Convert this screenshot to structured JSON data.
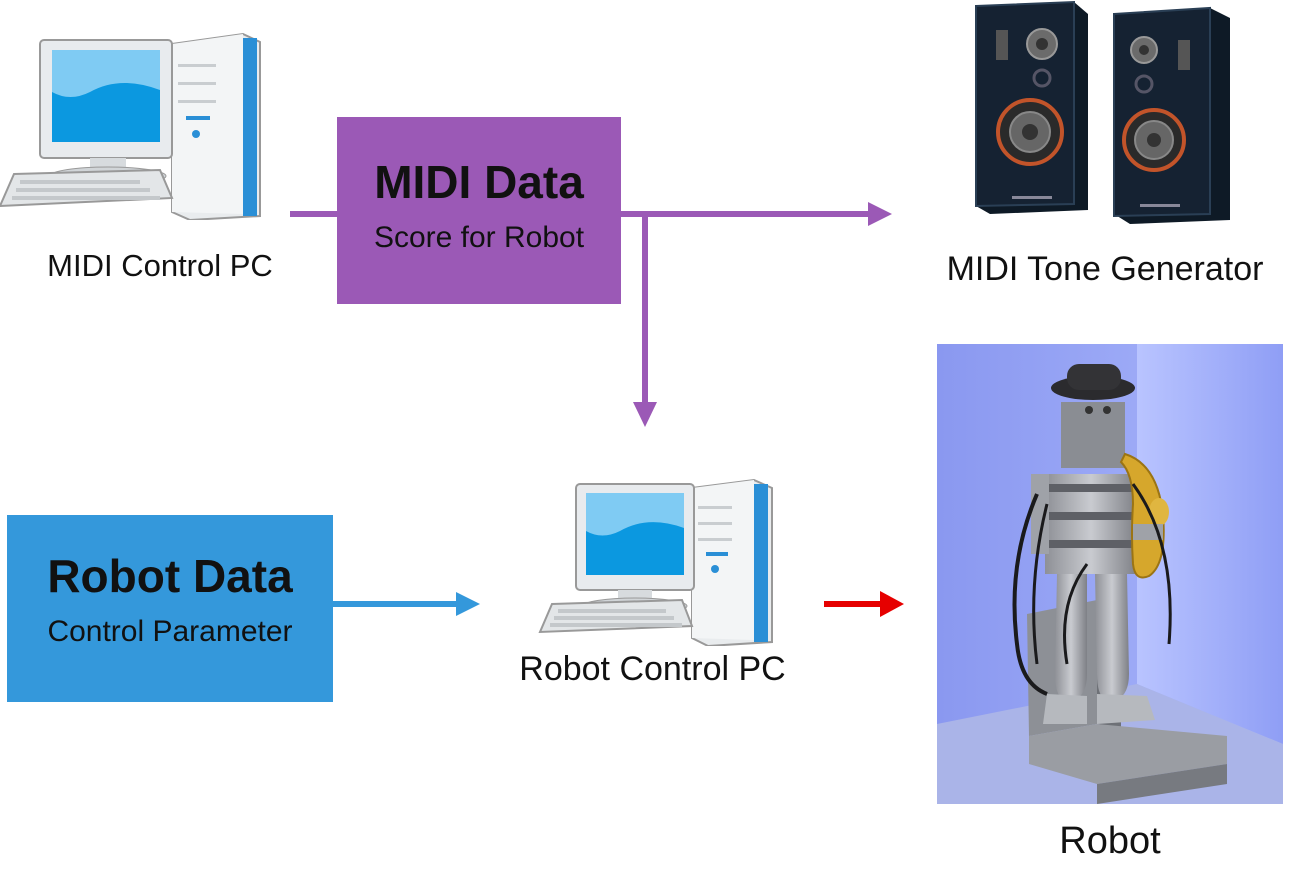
{
  "nodes": {
    "midi_pc": {
      "label": "MIDI Control PC"
    },
    "midi_data": {
      "title": "MIDI Data",
      "subtitle": "Score for Robot",
      "color": "#9b59b6"
    },
    "tone_generator": {
      "label": "MIDI Tone Generator"
    },
    "robot_data": {
      "title": "Robot Data",
      "subtitle": "Control Parameter",
      "color": "#3498db"
    },
    "robot_pc": {
      "label": "Robot Control PC"
    },
    "robot": {
      "label": "Robot"
    }
  },
  "colors": {
    "midi_arrow": "#9b59b6",
    "robot_arrow": "#3498db",
    "output_arrow": "#e60000"
  },
  "edges": [
    {
      "from": "MIDI Control PC",
      "to": "MIDI Data"
    },
    {
      "from": "MIDI Data",
      "to": "MIDI Tone Generator"
    },
    {
      "from": "MIDI Data",
      "to": "Robot Control PC"
    },
    {
      "from": "Robot Data",
      "to": "Robot Control PC"
    },
    {
      "from": "Robot Control PC",
      "to": "Robot"
    }
  ]
}
